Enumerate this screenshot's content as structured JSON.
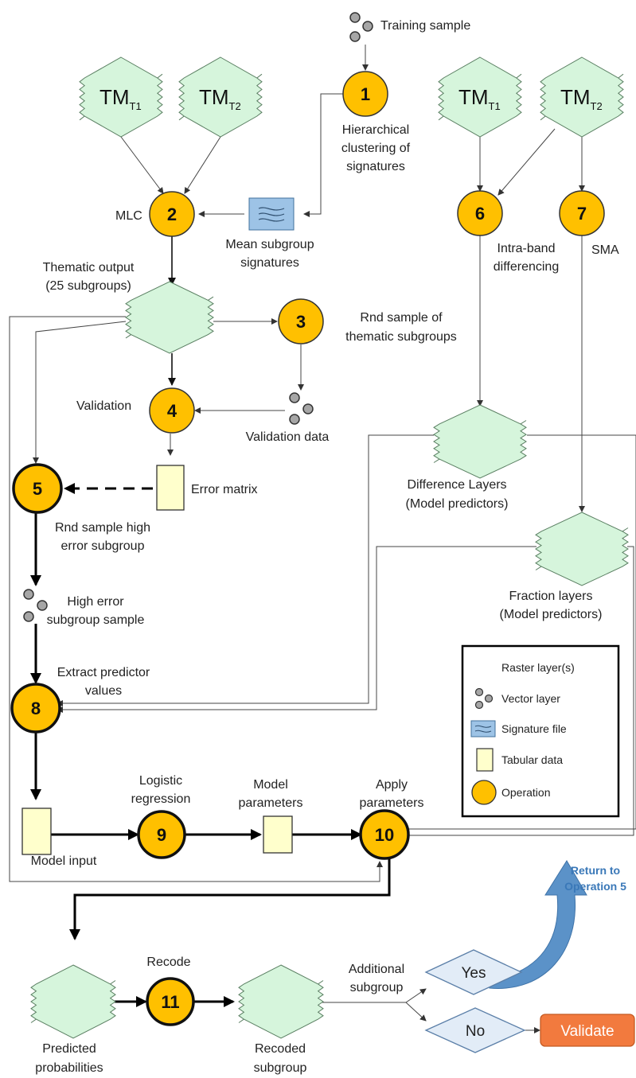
{
  "colors": {
    "raster_fill": "#d6f5dc",
    "raster_stroke": "#5a7f62",
    "operation_fill": "#ffc000",
    "tabular_fill": "#ffffcc",
    "signature_fill": "#9dc3e6",
    "decision_fill": "#e2ecf7",
    "validate_fill": "#f27a3e",
    "return_arrow": "#5b92c8",
    "return_text": "#3a78b8"
  },
  "layers": {
    "tm_t1_a": {
      "main": "TM",
      "sub": "T1"
    },
    "tm_t2_a": {
      "main": "TM",
      "sub": "T2"
    },
    "tm_t1_b": {
      "main": "TM",
      "sub": "T1"
    },
    "tm_t2_b": {
      "main": "TM",
      "sub": "T2"
    }
  },
  "operations": [
    "1",
    "2",
    "3",
    "4",
    "5",
    "6",
    "7",
    "8",
    "9",
    "10",
    "11"
  ],
  "labels": {
    "training_sample": "Training sample",
    "hier_1": "Hierarchical",
    "hier_2": "clustering of",
    "hier_3": "signatures",
    "mlc": "MLC",
    "mean_sig_1": "Mean subgroup",
    "mean_sig_2": "signatures",
    "thematic_1": "Thematic output",
    "thematic_2": "(25 subgroups)",
    "rnd_thematic_1": "Rnd sample of",
    "rnd_thematic_2": "thematic subgroups",
    "validation": "Validation",
    "validation_data": "Validation data",
    "error_matrix": "Error matrix",
    "rnd_high_1": "Rnd sample high",
    "rnd_high_2": "error subgroup",
    "high_err_1": "High error",
    "high_err_2": "subgroup sample",
    "extract_1": "Extract predictor",
    "extract_2": "values",
    "intra_1": "Intra-band",
    "intra_2": "differencing",
    "sma": "SMA",
    "diff_1": "Difference Layers",
    "diff_2": "(Model predictors)",
    "frac_1": "Fraction layers",
    "frac_2": "(Model predictors)",
    "logistic_1": "Logistic",
    "logistic_2": "regression",
    "model_params_1": "Model",
    "model_params_2": "parameters",
    "apply_1": "Apply",
    "apply_2": "parameters",
    "model_input": "Model input",
    "recode": "Recode",
    "additional_1": "Additional",
    "additional_2": "subgroup",
    "predicted_1": "Predicted",
    "predicted_2": "probabilities",
    "recoded_1": "Recoded",
    "recoded_2": "subgroup",
    "yes": "Yes",
    "no": "No",
    "validate": "Validate",
    "return_1": "Return to",
    "return_2": "Operation 5"
  },
  "legend": {
    "raster": "Raster layer(s)",
    "vector": "Vector layer",
    "signature": "Signature file",
    "tabular": "Tabular data",
    "operation": "Operation"
  }
}
